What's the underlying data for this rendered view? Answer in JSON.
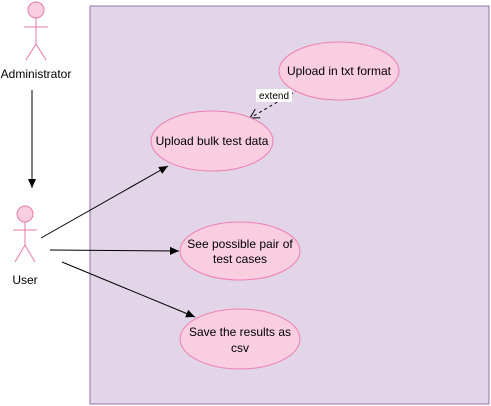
{
  "colors": {
    "system_fill": "#e1d5e7",
    "system_stroke": "#9673a6",
    "usecase_fill": "#f8cee0",
    "usecase_stroke": "#ef7fb4",
    "actor_fill": "#f8cee0",
    "actor_stroke": "#e77aa9",
    "line": "#000000"
  },
  "actors": {
    "administrator": {
      "label": "Administrator"
    },
    "user": {
      "label": "User"
    }
  },
  "use_cases": {
    "upload_txt": {
      "label": "Upload in txt format"
    },
    "upload_bulk": {
      "label": "Upload bulk test data"
    },
    "see_pairs": {
      "label_line1": "See possible pair of",
      "label_line2": "test cases"
    },
    "save_csv": {
      "label_line1": "Save the results as",
      "label_line2": "csv"
    }
  },
  "relations": {
    "extend_label": "extend"
  }
}
